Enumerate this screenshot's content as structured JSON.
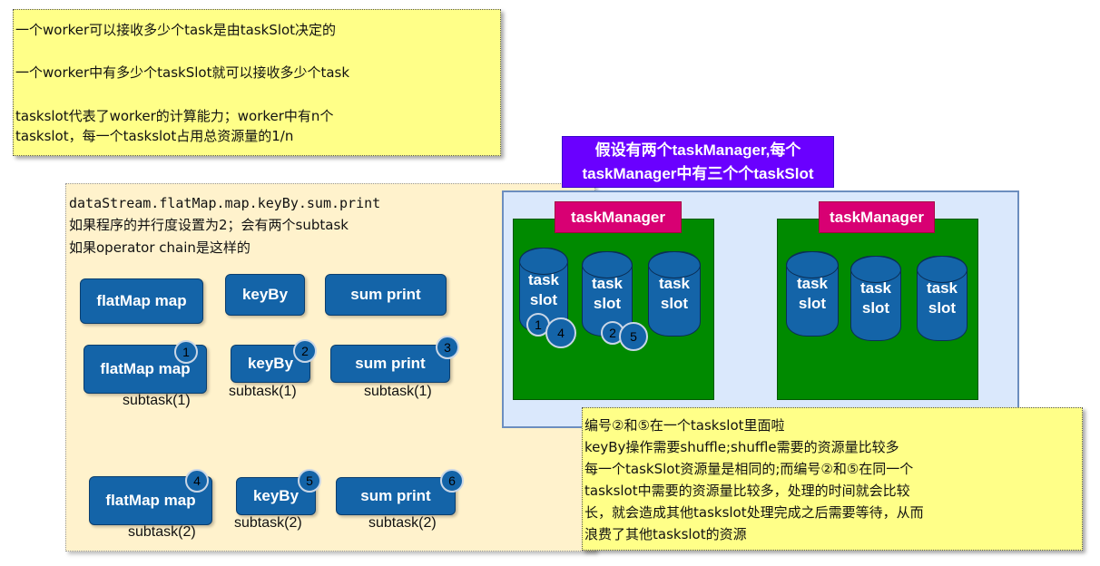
{
  "note_top": {
    "line1": "一个worker可以接收多少个task是由taskSlot决定的",
    "line2": "一个worker中有多少个taskSlot就可以接收多少个task",
    "line3": "taskslot代表了worker的计算能力；worker中有n个",
    "line4": "taskslot，每一个taskslot占用总资源量的1/n"
  },
  "note_mid": {
    "line1": "dataStream.flatMap.map.keyBy.sum.print",
    "line2": "如果程序的并行度设置为2；会有两个subtask",
    "line3": "如果operator chain是这样的"
  },
  "operators": {
    "chain": [
      "flatMap map",
      "keyBy",
      "sum print"
    ],
    "row1": [
      "flatMap map",
      "keyBy",
      "sum print"
    ],
    "row1_badges": [
      "1",
      "2",
      "3"
    ],
    "row1_subtasks": [
      "subtask(1)",
      "subtask(1)",
      "subtask(1)"
    ],
    "row2": [
      "flatMap map",
      "keyBy",
      "sum print"
    ],
    "row2_badges": [
      "4",
      "5",
      "6"
    ],
    "row2_subtasks": [
      "subtask(2)",
      "subtask(2)",
      "subtask(2)"
    ]
  },
  "cluster": {
    "title_line1": "假设有两个taskManager,每个",
    "title_line2": "taskManager中有三个个taskSlot",
    "tm_label": "taskManager",
    "slot_word1": "task",
    "slot_word2": "slot",
    "slot_badges": [
      "1",
      "4",
      "2",
      "5"
    ]
  },
  "note_bottom": {
    "line1": "编号②和⑤在一个taskslot里面啦",
    "line2": "keyBy操作需要shuffle;shuffle需要的资源量比较多",
    "line3": "每一个taskSlot资源量是相同的;而编号②和⑤在同一个",
    "line4": "taskslot中需要的资源量比较多，处理的时间就会比较",
    "line5": "长，就会造成其他taskslot处理完成之后需要等待，从而",
    "line6": "浪费了其他taskslot的资源"
  }
}
